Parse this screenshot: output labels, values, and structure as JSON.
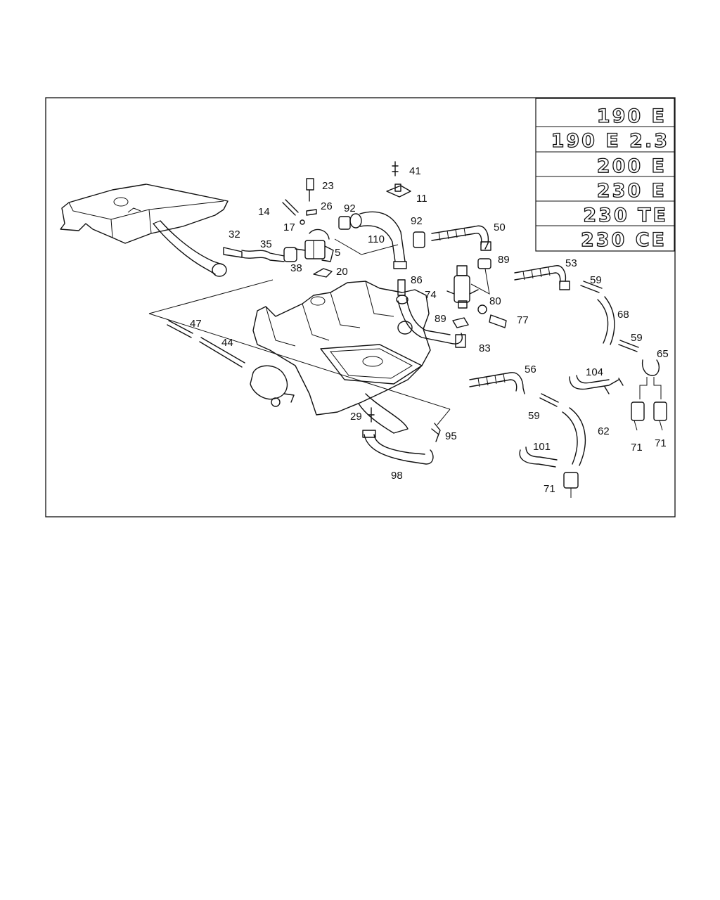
{
  "badges": [
    "190 E",
    "190 E 2.3",
    "200 E",
    "230 E",
    "230 TE",
    "230 CE"
  ],
  "callouts": [
    {
      "id": "c41",
      "label": "41"
    },
    {
      "id": "c23",
      "label": "23"
    },
    {
      "id": "c11",
      "label": "11"
    },
    {
      "id": "c14",
      "label": "14"
    },
    {
      "id": "c26",
      "label": "26"
    },
    {
      "id": "c92a",
      "label": "92"
    },
    {
      "id": "c92b",
      "label": "92"
    },
    {
      "id": "c17",
      "label": "17"
    },
    {
      "id": "c50",
      "label": "50"
    },
    {
      "id": "c32",
      "label": "32"
    },
    {
      "id": "c110",
      "label": "110"
    },
    {
      "id": "c35",
      "label": "35"
    },
    {
      "id": "c5",
      "label": "5"
    },
    {
      "id": "c89a",
      "label": "89"
    },
    {
      "id": "c53",
      "label": "53"
    },
    {
      "id": "c38",
      "label": "38"
    },
    {
      "id": "c20",
      "label": "20"
    },
    {
      "id": "c86",
      "label": "86"
    },
    {
      "id": "c59a",
      "label": "59"
    },
    {
      "id": "c74",
      "label": "74"
    },
    {
      "id": "c80",
      "label": "80"
    },
    {
      "id": "c68",
      "label": "68"
    },
    {
      "id": "c89b",
      "label": "89"
    },
    {
      "id": "c77",
      "label": "77"
    },
    {
      "id": "c47",
      "label": "47"
    },
    {
      "id": "c59b",
      "label": "59"
    },
    {
      "id": "c44",
      "label": "44"
    },
    {
      "id": "c83",
      "label": "83"
    },
    {
      "id": "c65",
      "label": "65"
    },
    {
      "id": "c56",
      "label": "56"
    },
    {
      "id": "c104",
      "label": "104"
    },
    {
      "id": "c29",
      "label": "29"
    },
    {
      "id": "c59c",
      "label": "59"
    },
    {
      "id": "c62",
      "label": "62"
    },
    {
      "id": "c95",
      "label": "95"
    },
    {
      "id": "c101",
      "label": "101"
    },
    {
      "id": "c71a",
      "label": "71"
    },
    {
      "id": "c71b",
      "label": "71"
    },
    {
      "id": "c98",
      "label": "98"
    },
    {
      "id": "c71c",
      "label": "71"
    }
  ]
}
